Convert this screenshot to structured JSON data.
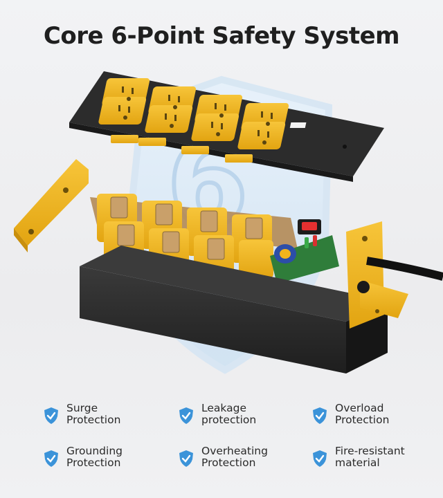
{
  "title": "Core 6-Point Safety System",
  "big_number": "6",
  "colors": {
    "accent_yellow": "#f2b41c",
    "housing_black": "#2b2b2b",
    "shield_blue": "#3b93d9",
    "switch_red": "#e53030"
  },
  "features": [
    {
      "icon": "shield-check-icon",
      "label": "Surge\nProtection"
    },
    {
      "icon": "shield-check-icon",
      "label": "Leakage\nprotection"
    },
    {
      "icon": "shield-check-icon",
      "label": "Overload\nProtection"
    },
    {
      "icon": "shield-check-icon",
      "label": "Grounding\nProtection"
    },
    {
      "icon": "shield-check-icon",
      "label": "Overheating\nProtection"
    },
    {
      "icon": "shield-check-icon",
      "label": "Fire-resistant\nmaterial"
    }
  ]
}
